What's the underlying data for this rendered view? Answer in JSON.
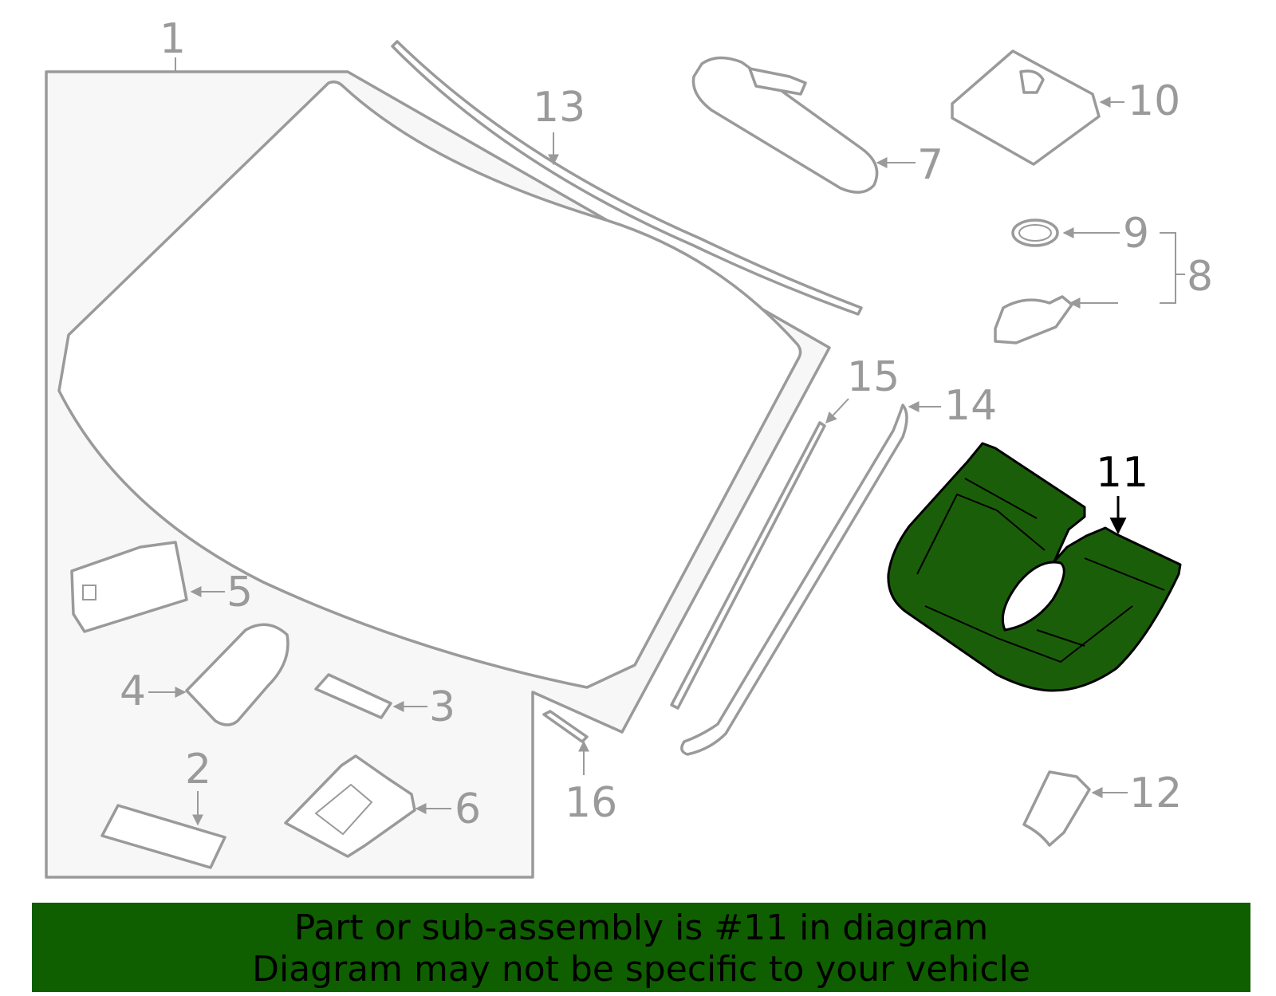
{
  "callouts": {
    "c1": "1",
    "c2": "2",
    "c3": "3",
    "c4": "4",
    "c5": "5",
    "c6": "6",
    "c7": "7",
    "c8": "8",
    "c9": "9",
    "c10": "10",
    "c11": "11",
    "c12": "12",
    "c13": "13",
    "c14": "14",
    "c15": "15",
    "c16": "16"
  },
  "highlighted_part": "11",
  "colors": {
    "outline": "#9a9a9a",
    "highlight_fill": "#1b5e0a",
    "banner_bg": "#0f5f00",
    "panel_fill": "#f7f7f7"
  },
  "banner": {
    "line1": "Part or sub-assembly is #11 in diagram",
    "line2": "Diagram may not be specific to your vehicle"
  }
}
